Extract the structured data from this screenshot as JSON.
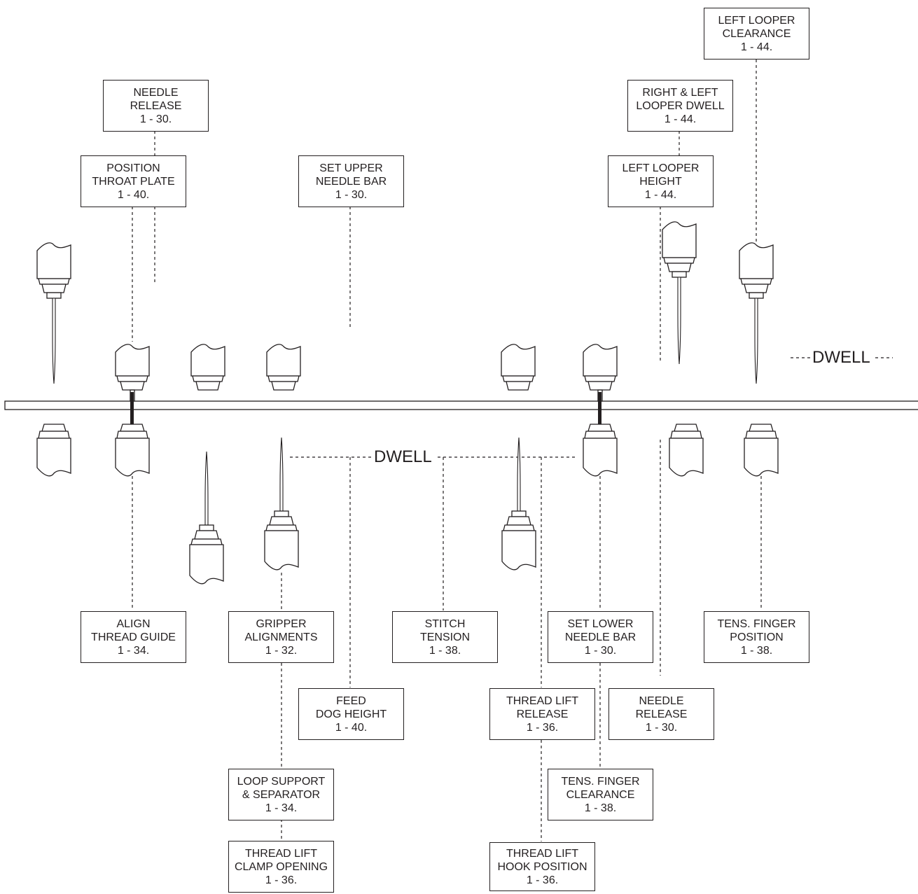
{
  "labels": {
    "needle_release_top": {
      "l1": "NEEDLE",
      "l2": "RELEASE",
      "ref": "1 - 30."
    },
    "position_throat_plate": {
      "l1": "POSITION",
      "l2": "THROAT PLATE",
      "ref": "1 - 40."
    },
    "set_upper_needle_bar": {
      "l1": "SET UPPER",
      "l2": "NEEDLE BAR",
      "ref": "1 - 30."
    },
    "left_looper_clearance": {
      "l1": "LEFT LOOPER",
      "l2": "CLEARANCE",
      "ref": "1 - 44."
    },
    "right_left_looper_dwell": {
      "l1": "RIGHT & LEFT",
      "l2": "LOOPER DWELL",
      "ref": "1 - 44."
    },
    "left_looper_height": {
      "l1": "LEFT LOOPER",
      "l2": "HEIGHT",
      "ref": "1 - 44."
    },
    "align_thread_guide": {
      "l1": "ALIGN",
      "l2": "THREAD GUIDE",
      "ref": "1 - 34."
    },
    "gripper_alignments": {
      "l1": "GRIPPER",
      "l2": "ALIGNMENTS",
      "ref": "1 - 32."
    },
    "stitch_tension": {
      "l1": "STITCH",
      "l2": "TENSION",
      "ref": "1 - 38."
    },
    "set_lower_needle_bar": {
      "l1": "SET LOWER",
      "l2": "NEEDLE BAR",
      "ref": "1 - 30."
    },
    "tens_finger_position": {
      "l1": "TENS. FINGER",
      "l2": "POSITION",
      "ref": "1 - 38."
    },
    "feed_dog_height": {
      "l1": "FEED",
      "l2": "DOG HEIGHT",
      "ref": "1 - 40."
    },
    "thread_lift_release": {
      "l1": "THREAD LIFT",
      "l2": "RELEASE",
      "ref": "1 - 36."
    },
    "needle_release_bottom": {
      "l1": "NEEDLE",
      "l2": "RELEASE",
      "ref": "1 - 30."
    },
    "loop_support_separator": {
      "l1": "LOOP SUPPORT",
      "l2": "& SEPARATOR",
      "ref": "1 - 34."
    },
    "tens_finger_clearance": {
      "l1": "TENS. FINGER",
      "l2": "CLEARANCE",
      "ref": "1 - 38."
    },
    "thread_lift_clamp_opening": {
      "l1": "THREAD LIFT",
      "l2": "CLAMP OPENING",
      "ref": "1 - 36."
    },
    "thread_lift_hook_position": {
      "l1": "THREAD LIFT",
      "l2": "HOOK POSITION",
      "ref": "1 - 36."
    }
  },
  "dwell_upper": "DWELL",
  "dwell_lower": "DWELL"
}
